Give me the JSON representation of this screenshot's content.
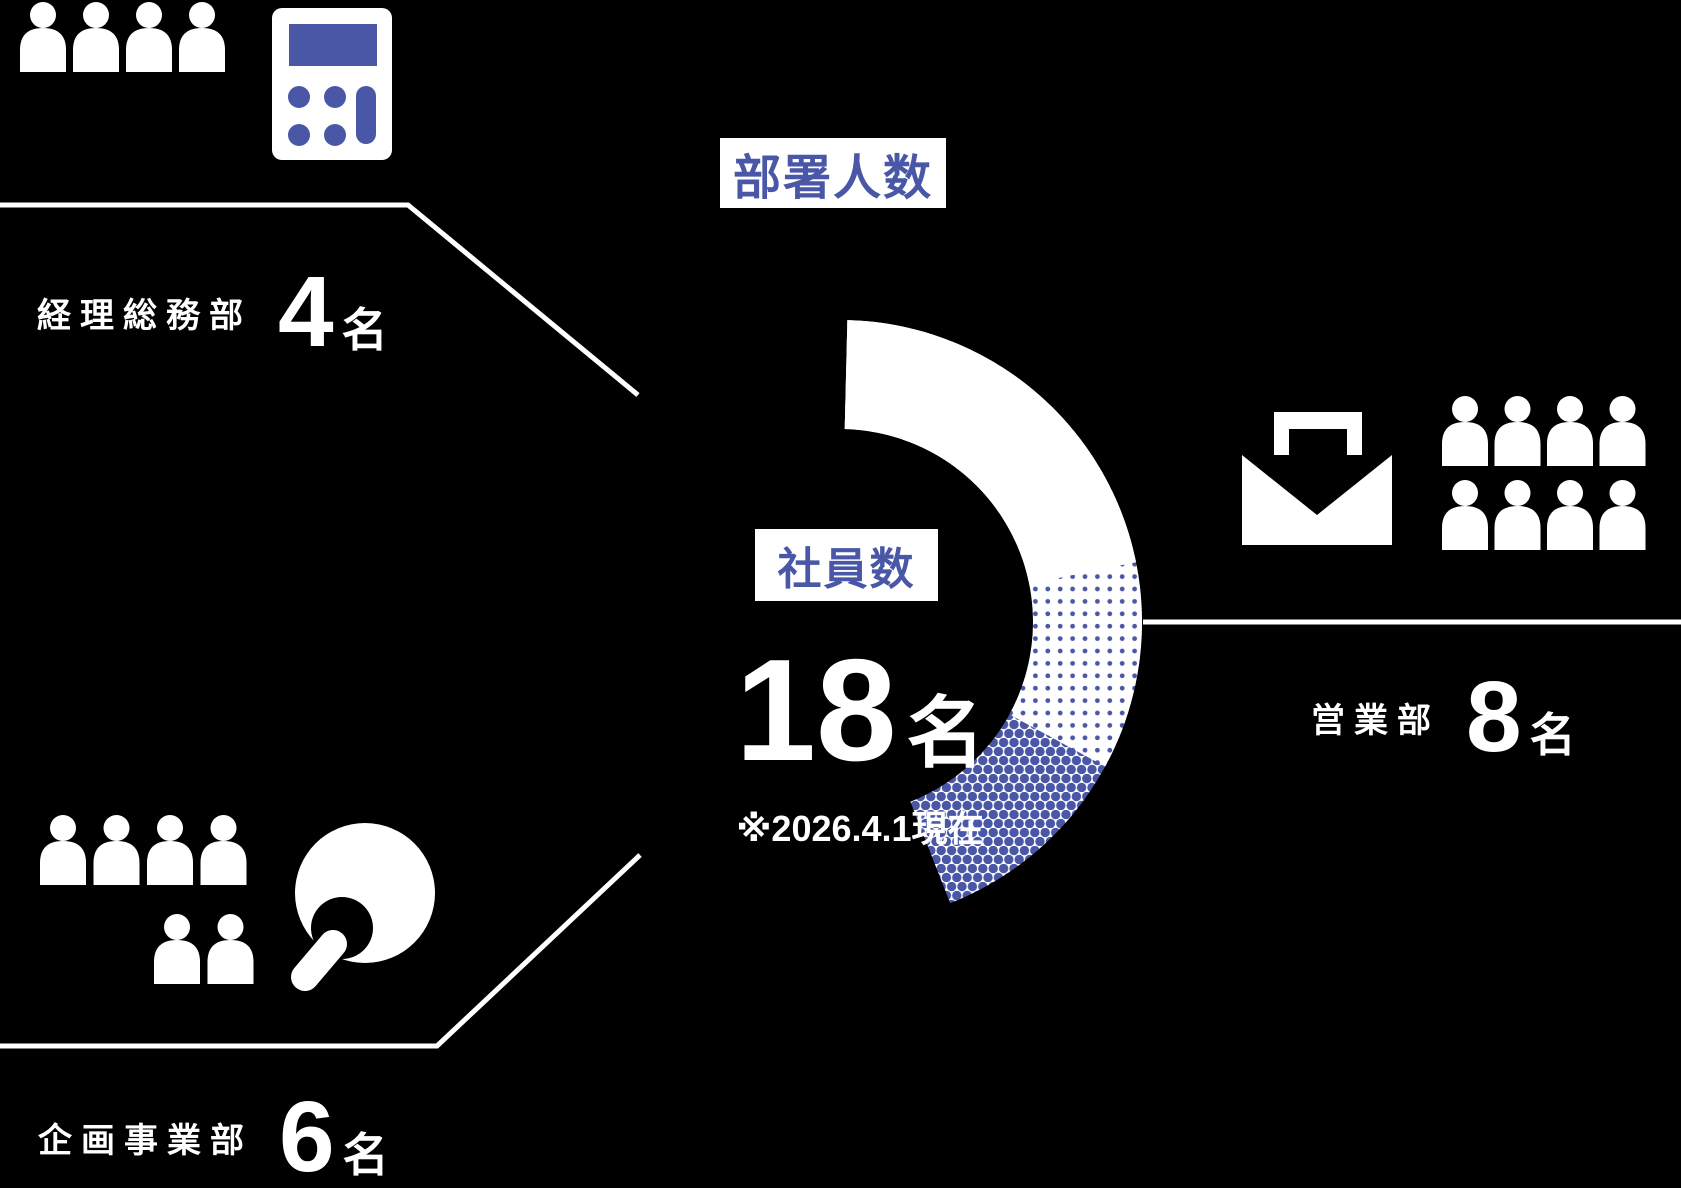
{
  "colors": {
    "background": "#000000",
    "accent_blue": "#4957a6",
    "white": "#ffffff"
  },
  "header": {
    "title": "部署人数"
  },
  "center": {
    "badge_label": "社員数",
    "count": "18",
    "count_unit": "名",
    "as_of_note": "※2026.4.1現在"
  },
  "departments": [
    {
      "name": "経理総務部",
      "count": "4",
      "unit": "名"
    },
    {
      "name": "営業部",
      "count": "8",
      "unit": "名"
    },
    {
      "name": "企画事業部",
      "count": "6",
      "unit": "名"
    }
  ],
  "icons": {
    "accounting": [
      "people-group-icon",
      "calculator-icon"
    ],
    "sales": [
      "briefcase-icon",
      "people-group-icon"
    ],
    "planning": [
      "people-group-icon",
      "magnifier-icon"
    ]
  },
  "people_counts": {
    "accounting": 4,
    "sales": 8,
    "planning": 6
  },
  "chart_data": {
    "type": "pie",
    "donut": true,
    "title": "部署人数",
    "center_label": "社員数",
    "center_value": "18名",
    "note": "※2026.4.1現在",
    "categories": [
      "営業部",
      "企画事業部",
      "経理総務部"
    ],
    "values": [
      8,
      6,
      4
    ],
    "total": 18,
    "unit": "名",
    "start_angle_deg": 0,
    "direction": "clockwise",
    "legend_position": "outside-callouts",
    "segment_fills": [
      "dots-dense",
      "dots-sparse",
      "white"
    ],
    "segment_styles": [
      "blue dense halftone dots",
      "blue sparse dots on white",
      "solid white"
    ]
  }
}
